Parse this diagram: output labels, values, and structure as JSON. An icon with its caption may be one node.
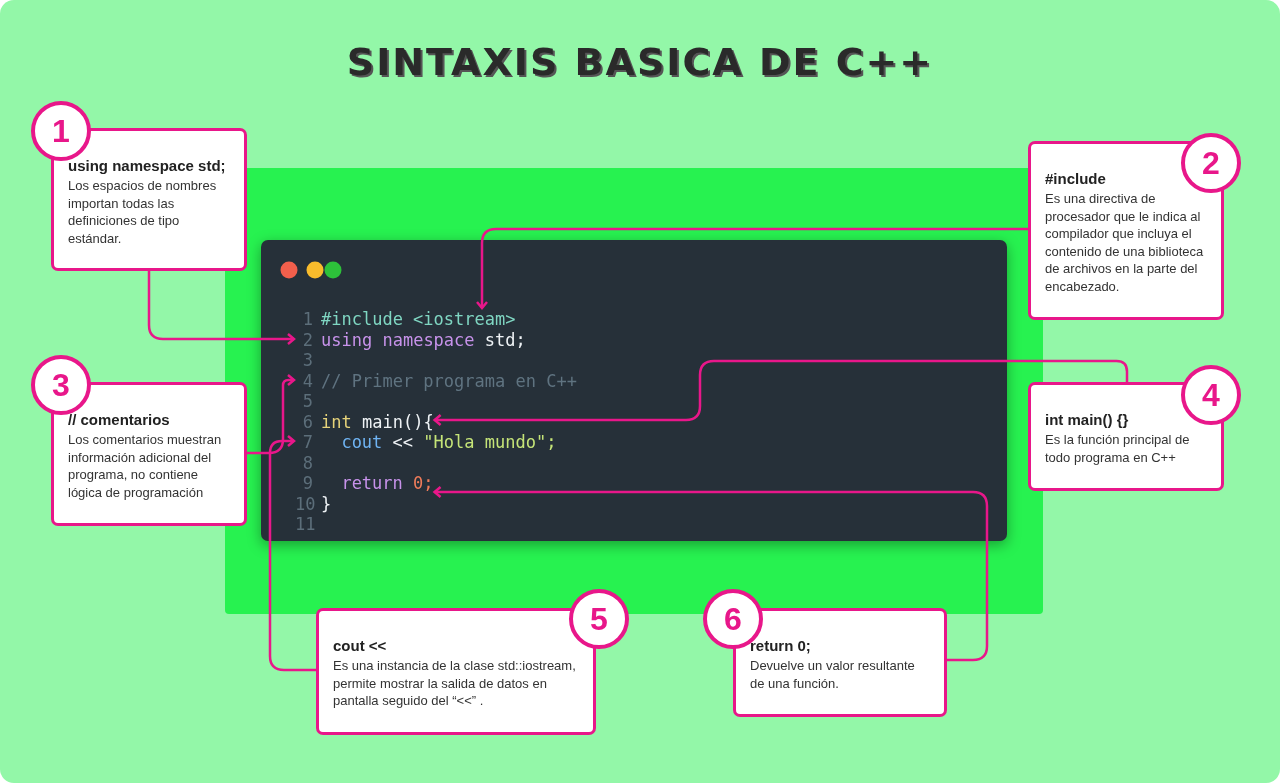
{
  "diagram": {
    "title": "SINTAXIS BASICA DE C++",
    "nodes": [
      {
        "text": [
          "1",
          "using namespace std;",
          "Los espacios de nombres importan todas las definiciones de tipo estándar."
        ]
      },
      {
        "text": [
          "2",
          "#include",
          "Es una directiva de procesador que le indica al compilador que incluya el contenido de una biblioteca de archivos en la parte del encabezado."
        ]
      },
      {
        "text": [
          "3",
          "// comentarios",
          "Los comentarios muestran información adicional del programa, no contiene lógica de programación"
        ]
      },
      {
        "text": [
          "4",
          "int main() {}",
          "Es la función principal de todo programa en C++"
        ]
      },
      {
        "text": [
          "5",
          "cout <<",
          "Es una instancia de la clase std::iostream, permite mostrar la salida de datos en pantalla seguido del “<<” ."
        ]
      },
      {
        "text": [
          "6",
          "return 0;",
          "Devuelve un valor resultante de una función."
        ]
      },
      {
        "text": [],
        "shape": "box"
      },
      {
        "text": [
          "1",
          "#include <iostream>"
        ],
        "in": 6
      },
      {
        "text": [
          "2",
          "using",
          "namespace",
          "std;"
        ],
        "in": 6
      },
      {
        "text": [
          "3"
        ],
        "in": 6
      },
      {
        "text": [
          "4",
          "// Primer programa en C++"
        ],
        "in": 6
      },
      {
        "text": [
          "5"
        ],
        "in": 6
      },
      {
        "text": [
          "6",
          "int",
          "main(){"
        ],
        "in": 6
      },
      {
        "text": [
          "7",
          "cout",
          "<<",
          "\"Hola mundo\";"
        ],
        "in": 6
      },
      {
        "text": [
          "8"
        ],
        "in": 6
      },
      {
        "text": [
          "9",
          "return",
          "0;"
        ],
        "in": 6
      },
      {
        "text": [
          "10",
          "}"
        ],
        "in": 6
      },
      {
        "text": [
          "11"
        ],
        "in": 6
      }
    ],
    "edges": [
      {
        "from": 0,
        "to": 8,
        "arrow": "to"
      },
      {
        "from": 1,
        "to": 7,
        "arrow": "to"
      },
      {
        "from": 2,
        "to": 10,
        "arrow": "to"
      },
      {
        "from": 3,
        "to": 12,
        "arrow": "to"
      },
      {
        "from": 4,
        "to": 13,
        "arrow": "to"
      },
      {
        "from": 5,
        "to": 15,
        "arrow": "to"
      }
    ]
  }
}
